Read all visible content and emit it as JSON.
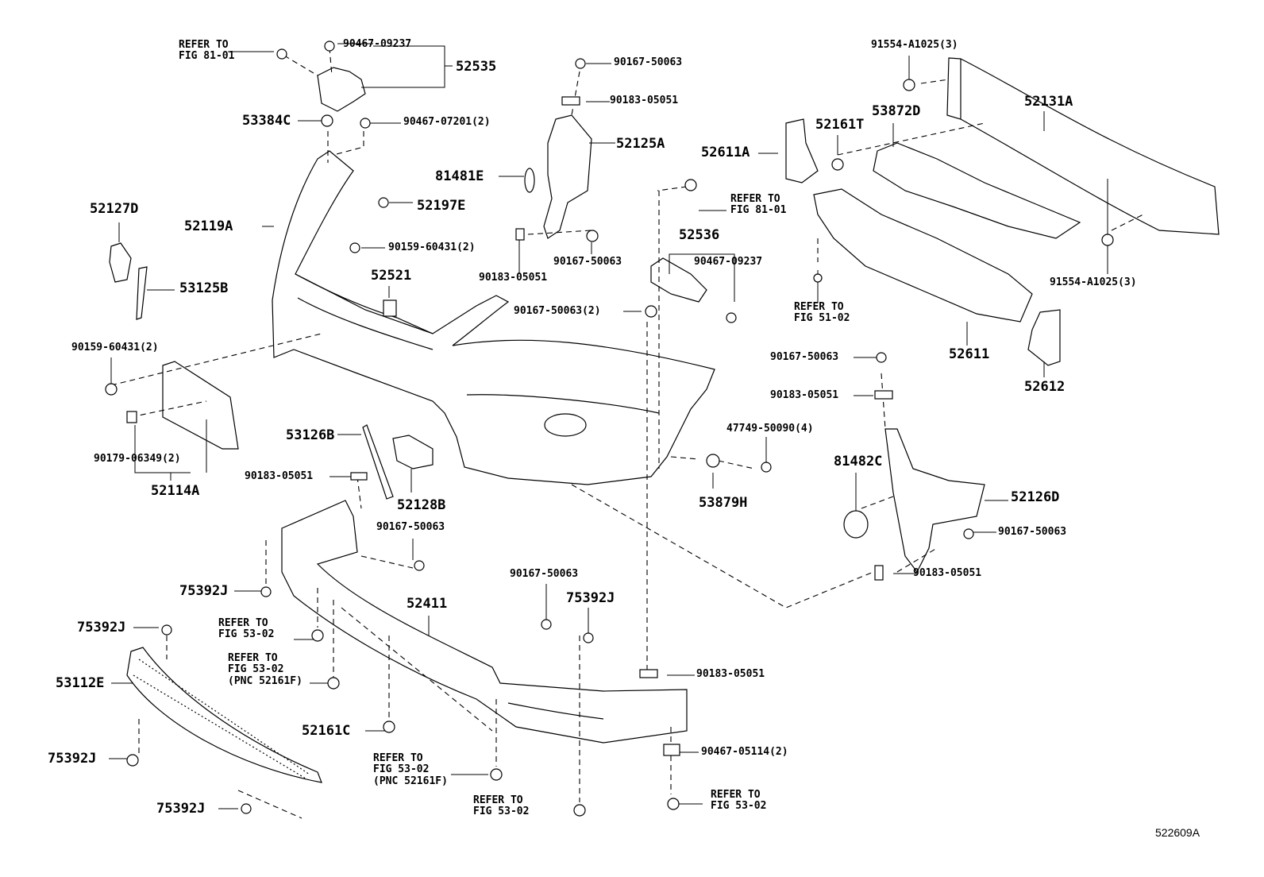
{
  "diagram": {
    "figure_id": "522609A",
    "labels": [
      {
        "id": "refer-81-01-a",
        "text": "REFER TO\nFIG 81-01",
        "kind": "ref"
      },
      {
        "id": "p-90467-09237-a",
        "text": "90467-09237",
        "kind": "small"
      },
      {
        "id": "p-52535",
        "text": "52535",
        "kind": "big"
      },
      {
        "id": "p-53384C",
        "text": "53384C",
        "kind": "big"
      },
      {
        "id": "p-90467-07201",
        "text": "90467-07201(2)",
        "kind": "small"
      },
      {
        "id": "p-90167-50063-a",
        "text": "90167-50063",
        "kind": "small"
      },
      {
        "id": "p-90183-05051-a",
        "text": "90183-05051",
        "kind": "small"
      },
      {
        "id": "p-52125A",
        "text": "52125A",
        "kind": "big"
      },
      {
        "id": "p-81481E",
        "text": "81481E",
        "kind": "big"
      },
      {
        "id": "p-52127D",
        "text": "52127D",
        "kind": "big"
      },
      {
        "id": "p-52119A",
        "text": "52119A",
        "kind": "big"
      },
      {
        "id": "p-52197E",
        "text": "52197E",
        "kind": "big"
      },
      {
        "id": "p-90159-60431-a",
        "text": "90159-60431(2)",
        "kind": "small"
      },
      {
        "id": "p-53125B",
        "text": "53125B",
        "kind": "big"
      },
      {
        "id": "p-52521",
        "text": "52521",
        "kind": "big"
      },
      {
        "id": "p-90167-50063-b",
        "text": "90167-50063",
        "kind": "small"
      },
      {
        "id": "p-90183-05051-b",
        "text": "90183-05051",
        "kind": "small"
      },
      {
        "id": "p-90167-50063-2",
        "text": "90167-50063(2)",
        "kind": "small"
      },
      {
        "id": "p-52611A",
        "text": "52611A",
        "kind": "big"
      },
      {
        "id": "refer-81-01-b",
        "text": "REFER TO\nFIG 81-01",
        "kind": "ref"
      },
      {
        "id": "p-52536",
        "text": "52536",
        "kind": "big"
      },
      {
        "id": "p-90467-09237-b",
        "text": "90467-09237",
        "kind": "small"
      },
      {
        "id": "p-91554-A1025-a",
        "text": "91554-A1025(3)",
        "kind": "small"
      },
      {
        "id": "p-52161T",
        "text": "52161T",
        "kind": "big"
      },
      {
        "id": "p-53872D",
        "text": "53872D",
        "kind": "big"
      },
      {
        "id": "p-52131A",
        "text": "52131A",
        "kind": "big"
      },
      {
        "id": "p-91554-A1025-b",
        "text": "91554-A1025(3)",
        "kind": "small"
      },
      {
        "id": "refer-51-02",
        "text": "REFER TO\nFIG 51-02",
        "kind": "ref"
      },
      {
        "id": "p-52611",
        "text": "52611",
        "kind": "big"
      },
      {
        "id": "p-52612",
        "text": "52612",
        "kind": "big"
      },
      {
        "id": "p-90159-60431-b",
        "text": "90159-60431(2)",
        "kind": "small"
      },
      {
        "id": "p-90179-06349",
        "text": "90179-06349(2)",
        "kind": "small"
      },
      {
        "id": "p-52114A",
        "text": "52114A",
        "kind": "big"
      },
      {
        "id": "p-53126B",
        "text": "53126B",
        "kind": "big"
      },
      {
        "id": "p-90183-05051-c",
        "text": "90183-05051",
        "kind": "small"
      },
      {
        "id": "p-52128B",
        "text": "52128B",
        "kind": "big"
      },
      {
        "id": "p-90167-50063-c",
        "text": "90167-50063",
        "kind": "small"
      },
      {
        "id": "p-90167-50063-d",
        "text": "90167-50063",
        "kind": "small"
      },
      {
        "id": "p-90183-05051-d",
        "text": "90183-05051",
        "kind": "small"
      },
      {
        "id": "p-47749-50090",
        "text": "47749-50090(4)",
        "kind": "small"
      },
      {
        "id": "p-53879H",
        "text": "53879H",
        "kind": "big"
      },
      {
        "id": "p-81482C",
        "text": "81482C",
        "kind": "big"
      },
      {
        "id": "p-52126D",
        "text": "52126D",
        "kind": "big"
      },
      {
        "id": "p-90167-50063-e",
        "text": "90167-50063",
        "kind": "small"
      },
      {
        "id": "p-90183-05051-e",
        "text": "90183-05051",
        "kind": "small"
      },
      {
        "id": "p-75392J-a",
        "text": "75392J",
        "kind": "big"
      },
      {
        "id": "refer-53-02-a",
        "text": "REFER TO\nFIG 53-02",
        "kind": "ref"
      },
      {
        "id": "refer-53-02-b",
        "text": "REFER TO\nFIG 53-02\n(PNC 52161F)",
        "kind": "ref"
      },
      {
        "id": "p-52411",
        "text": "52411",
        "kind": "big"
      },
      {
        "id": "p-90167-50063-f",
        "text": "90167-50063",
        "kind": "small"
      },
      {
        "id": "p-75392J-b",
        "text": "75392J",
        "kind": "big"
      },
      {
        "id": "p-75392J-c",
        "text": "75392J",
        "kind": "big"
      },
      {
        "id": "p-53112E",
        "text": "53112E",
        "kind": "big"
      },
      {
        "id": "p-52161C",
        "text": "52161C",
        "kind": "big"
      },
      {
        "id": "p-90183-05051-f",
        "text": "90183-05051",
        "kind": "small"
      },
      {
        "id": "p-75392J-d",
        "text": "75392J",
        "kind": "big"
      },
      {
        "id": "refer-53-02-c",
        "text": "REFER TO\nFIG 53-02\n(PNC 52161F)",
        "kind": "ref"
      },
      {
        "id": "p-90467-05114",
        "text": "90467-05114(2)",
        "kind": "small"
      },
      {
        "id": "p-75392J-e",
        "text": "75392J",
        "kind": "big"
      },
      {
        "id": "refer-53-02-d",
        "text": "REFER TO\nFIG 53-02",
        "kind": "ref"
      },
      {
        "id": "refer-53-02-e",
        "text": "REFER TO\nFIG 53-02",
        "kind": "ref"
      }
    ]
  }
}
